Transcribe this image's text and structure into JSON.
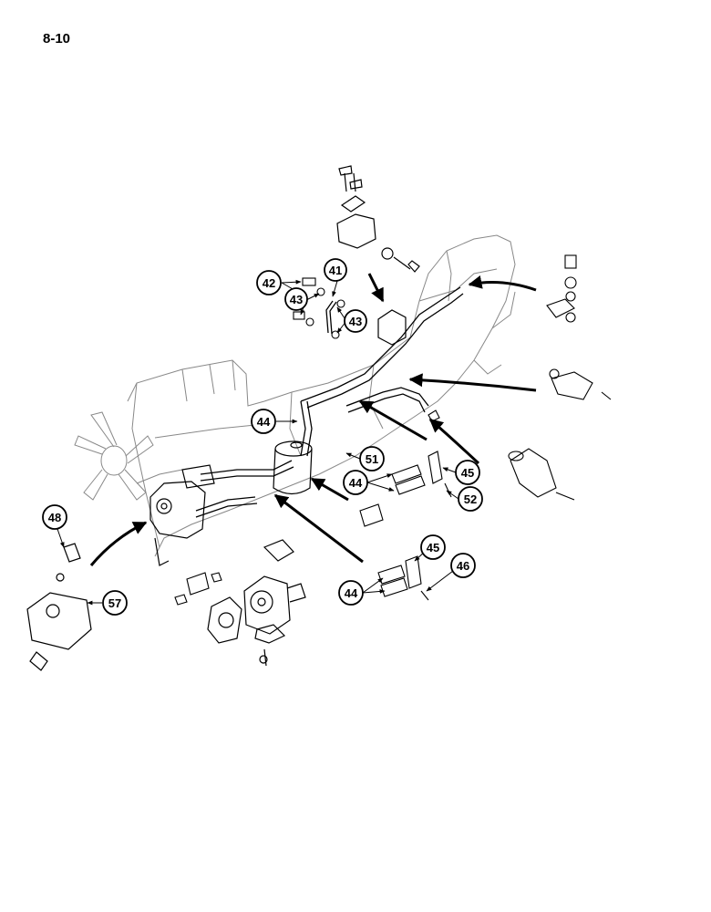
{
  "page": {
    "number": "8-10"
  },
  "callouts": [
    {
      "id": "c42",
      "label": "42"
    },
    {
      "id": "c41",
      "label": "41"
    },
    {
      "id": "c43a",
      "label": "43"
    },
    {
      "id": "c43b",
      "label": "43"
    },
    {
      "id": "c44a",
      "label": "44"
    },
    {
      "id": "c51",
      "label": "51"
    },
    {
      "id": "c44b",
      "label": "44"
    },
    {
      "id": "c45a",
      "label": "45"
    },
    {
      "id": "c52",
      "label": "52"
    },
    {
      "id": "c48",
      "label": "48"
    },
    {
      "id": "c57",
      "label": "57"
    },
    {
      "id": "c45b",
      "label": "45"
    },
    {
      "id": "c46",
      "label": "46"
    },
    {
      "id": "c44c",
      "label": "44"
    }
  ]
}
